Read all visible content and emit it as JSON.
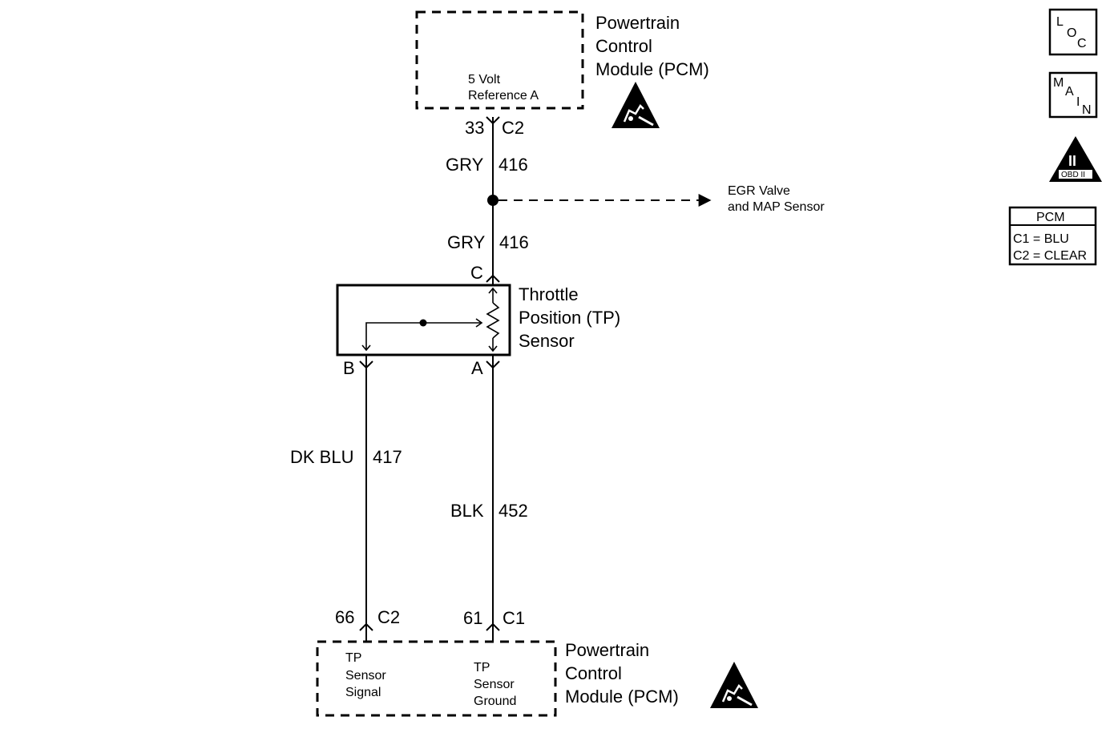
{
  "pcm_top": {
    "title_line1": "Powertrain",
    "title_line2": "Control",
    "title_line3": "Module (PCM)",
    "pin_label_line1": "5 Volt",
    "pin_label_line2": "Reference A",
    "pin_number": "33",
    "connector": "C2"
  },
  "wire_gry_upper": {
    "color": "GRY",
    "circuit": "416"
  },
  "wire_gry_lower": {
    "color": "GRY",
    "circuit": "416"
  },
  "splice_branch": {
    "line1": "EGR Valve",
    "line2": "and MAP Sensor"
  },
  "tp_sensor": {
    "title_line1": "Throttle",
    "title_line2": "Position (TP)",
    "title_line3": "Sensor",
    "terminal_c": "C",
    "terminal_b": "B",
    "terminal_a": "A"
  },
  "wire_dkblu": {
    "color": "DK BLU",
    "circuit": "417"
  },
  "wire_blk": {
    "color": "BLK",
    "circuit": "452"
  },
  "pcm_bottom": {
    "title_line1": "Powertrain",
    "title_line2": "Control",
    "title_line3": "Module (PCM)",
    "pin_66": "66",
    "pin_66_connector": "C2",
    "pin_61": "61",
    "pin_61_connector": "C1",
    "signal_line1": "TP",
    "signal_line2": "Sensor",
    "signal_line3": "Signal",
    "ground_line1": "TP",
    "ground_line2": "Sensor",
    "ground_line3": "Ground"
  },
  "icons": {
    "loc": {
      "l": "L",
      "o": "O",
      "c": "C"
    },
    "main": {
      "m": "M",
      "a": "A",
      "i": "I",
      "n": "N"
    },
    "obd": {
      "numeral": "II",
      "label": "OBD II"
    }
  },
  "pcm_legend": {
    "title": "PCM",
    "row1": "C1 = BLU",
    "row2": "C2 = CLEAR"
  }
}
